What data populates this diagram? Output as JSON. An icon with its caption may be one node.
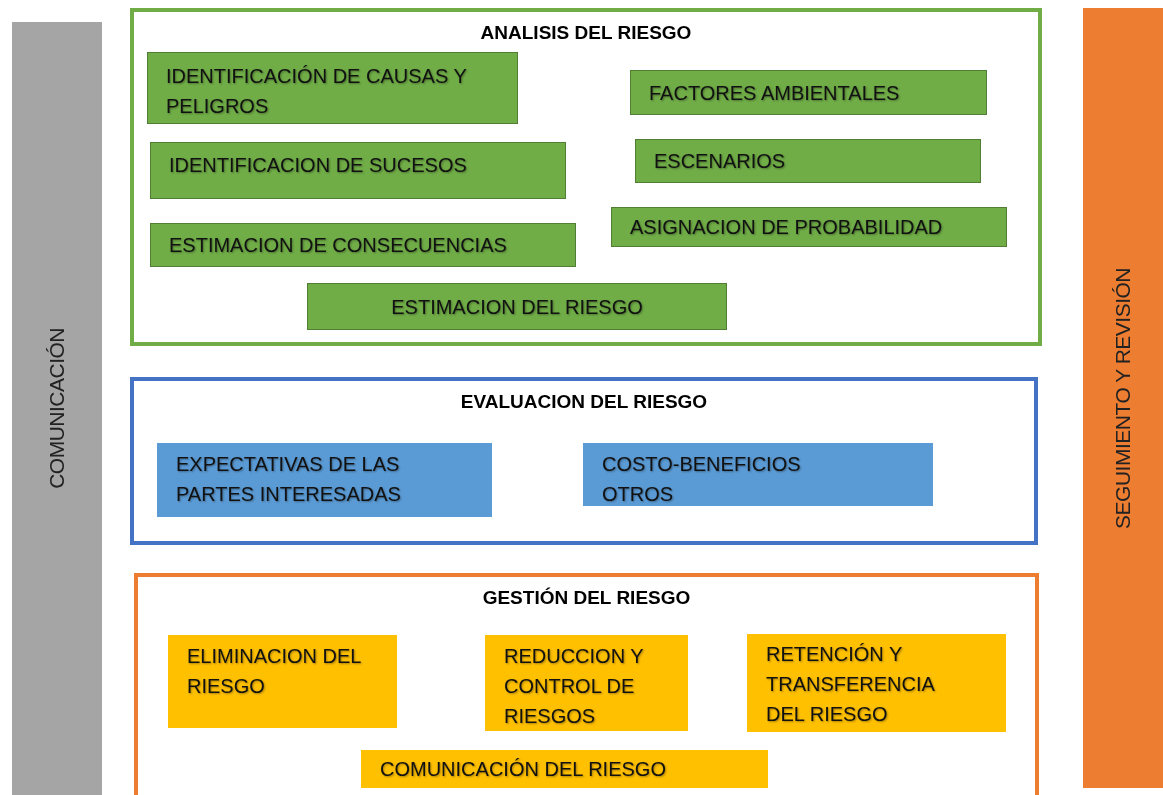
{
  "diagram": {
    "nodes": [
      {
        "text": [
          "COMUNICACIÓN"
        ]
      },
      {
        "text": [
          "ANALISIS DEL RIESGO"
        ]
      },
      {
        "text": [
          "IDENTIFICACIÓN DE CAUSAS Y PELIGROS"
        ],
        "in": 1
      },
      {
        "text": [
          "FACTORES AMBIENTALES"
        ],
        "in": 1
      },
      {
        "text": [
          "IDENTIFICACION DE SUCESOS"
        ],
        "in": 1
      },
      {
        "text": [
          "ESCENARIOS"
        ],
        "in": 1
      },
      {
        "text": [
          "ESTIMACION DE CONSECUENCIAS"
        ],
        "in": 1
      },
      {
        "text": [
          "ASIGNACION DE PROBABILIDAD"
        ],
        "in": 1
      },
      {
        "text": [
          "ESTIMACION DEL RIESGO"
        ],
        "in": 1
      },
      {
        "text": [
          "EVALUACION DEL RIESGO"
        ]
      },
      {
        "text": [
          "EXPECTATIVAS DE LAS PARTES INTERESADAS"
        ],
        "in": 9
      },
      {
        "text": [
          "COSTO-BENEFICIOS OTROS"
        ],
        "in": 9
      },
      {
        "text": [
          "GESTIÓN DEL RIESGO"
        ]
      },
      {
        "text": [
          "ELIMINACION DEL RIESGO"
        ],
        "in": 12
      },
      {
        "text": [
          "REDUCCION Y CONTROL DE RIESGOS"
        ],
        "in": 12
      },
      {
        "text": [
          "RETENCIÓN Y TRANSFERENCIA DEL RIESGO"
        ],
        "in": 12
      },
      {
        "text": [
          "COMUNICACIÓN DEL RIESGO"
        ],
        "in": 12
      },
      {
        "text": [
          "SEGUIMIENTO Y REVISIÓN"
        ]
      }
    ]
  }
}
